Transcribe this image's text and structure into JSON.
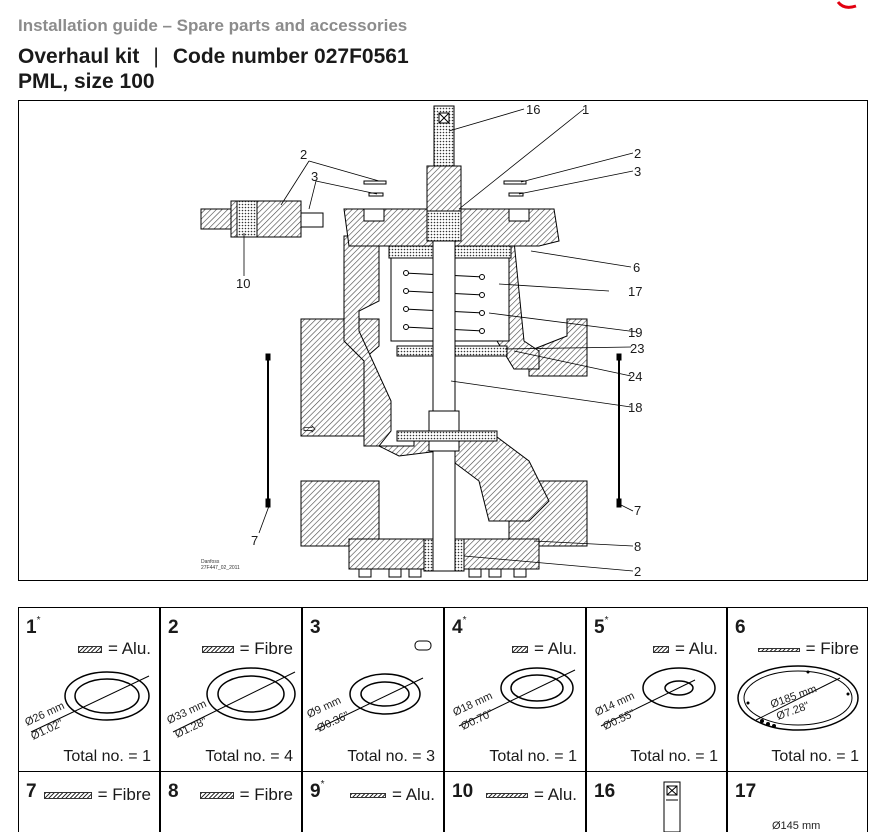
{
  "header": {
    "section": "Installation guide – Spare parts and accessories",
    "title_part1": "Overhaul kit",
    "title_separator": "|",
    "title_part2": "Code number 027F0561",
    "subtitle": "PML, size 100"
  },
  "drawing": {
    "callouts": [
      "16",
      "1",
      "2",
      "3",
      "2",
      "3",
      "10",
      "6",
      "17",
      "19",
      "23",
      "24",
      "18",
      "7",
      "7",
      "8",
      "2"
    ],
    "watermark_line1": "Danfoss",
    "watermark_line2": "27F447_02_2011",
    "flow_arrow": "⇨"
  },
  "parts": [
    {
      "number": "1",
      "star": "*",
      "material": "= Alu.",
      "dim1": "Ø26 mm",
      "dim2": "Ø1.02\"",
      "total": "Total no. = 1"
    },
    {
      "number": "2",
      "star": "",
      "material": "= Fibre",
      "dim1": "Ø33 mm",
      "dim2": "Ø1.28\"",
      "total": "Total no. = 4"
    },
    {
      "number": "3",
      "star": "",
      "material": "",
      "dim1": "Ø9 mm",
      "dim2": "Ø0.36\"",
      "total": "Total no. = 3"
    },
    {
      "number": "4",
      "star": "*",
      "material": "= Alu.",
      "dim1": "Ø18 mm",
      "dim2": "Ø0.70\"",
      "total": "Total no. = 1"
    },
    {
      "number": "5",
      "star": "*",
      "material": "= Alu.",
      "dim1": "Ø14 mm",
      "dim2": "Ø0.55\"",
      "total": "Total no. = 1"
    },
    {
      "number": "6",
      "star": "",
      "material": "= Fibre",
      "dim1": "Ø185 mm",
      "dim2": "Ø7.28\"",
      "total": "Total no. = 1"
    },
    {
      "number": "7",
      "star": "",
      "material": "= Fibre",
      "dim1": "",
      "dim2": "",
      "total": ""
    },
    {
      "number": "8",
      "star": "",
      "material": "= Fibre",
      "dim1": "",
      "dim2": "",
      "total": ""
    },
    {
      "number": "9",
      "star": "*",
      "material": "= Alu.",
      "dim1": "",
      "dim2": "",
      "total": ""
    },
    {
      "number": "10",
      "star": "",
      "material": "= Alu.",
      "dim1": "",
      "dim2": "",
      "total": ""
    },
    {
      "number": "16",
      "star": "",
      "material": "",
      "dim1": "",
      "dim2": "",
      "total": ""
    },
    {
      "number": "17",
      "star": "",
      "material": "",
      "dim1": "Ø145 mm",
      "dim2": "",
      "total": ""
    }
  ],
  "colors": {
    "brand_logo": "#e2000f",
    "section_gray": "#8c8c8c"
  }
}
